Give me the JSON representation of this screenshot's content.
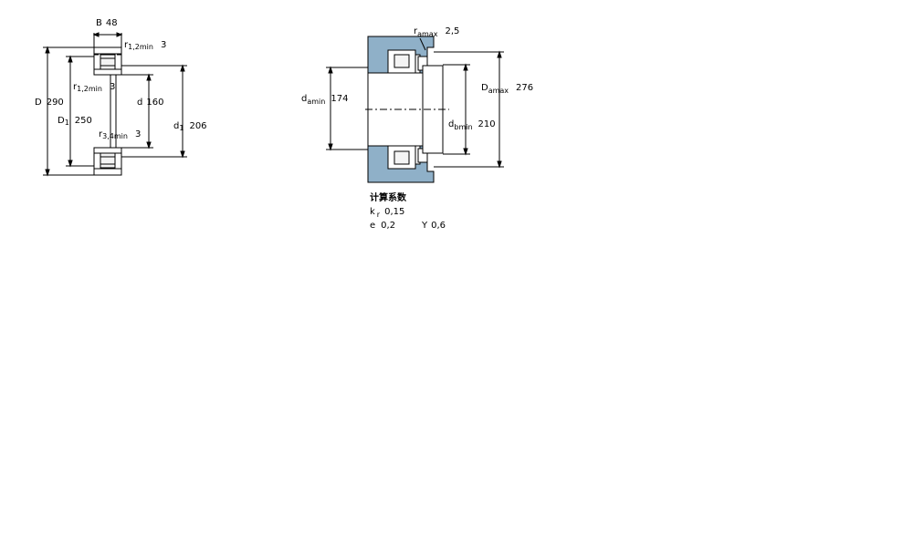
{
  "left_diagram": {
    "B": {
      "symbol": "B",
      "value": "48"
    },
    "r12_top": {
      "symbol": "r",
      "sub": "1,2min",
      "value": "3"
    },
    "D": {
      "symbol": "D",
      "value": "290"
    },
    "r12_mid": {
      "symbol": "r",
      "sub": "1,2min",
      "value": "3"
    },
    "d": {
      "symbol": "d",
      "value": "160"
    },
    "D1": {
      "symbol": "D",
      "sub": "1",
      "value": "250"
    },
    "d1": {
      "symbol": "d",
      "sub": "1",
      "value": "206"
    },
    "r34": {
      "symbol": "r",
      "sub": "3,4min",
      "value": "3"
    }
  },
  "right_diagram": {
    "ra": {
      "symbol": "r",
      "sub": "amax",
      "value": "2,5"
    },
    "da": {
      "symbol": "d",
      "sub": "amin",
      "value": "174"
    },
    "Da": {
      "symbol": "D",
      "sub": "amax",
      "value": "276"
    },
    "db": {
      "symbol": "d",
      "sub": "bmin",
      "value": "210"
    }
  },
  "factors": {
    "title": "计算系数",
    "kr": {
      "symbol": "k",
      "sub": "r",
      "value": "0,15"
    },
    "e": {
      "symbol": "e",
      "value": "0,2"
    },
    "Y": {
      "symbol": "Y",
      "value": "0,6"
    }
  },
  "colors": {
    "housing": "#8fb0c8",
    "bearing_fill": "#ffffff",
    "line": "#000000",
    "roller_fill": "#f4f4f4"
  }
}
